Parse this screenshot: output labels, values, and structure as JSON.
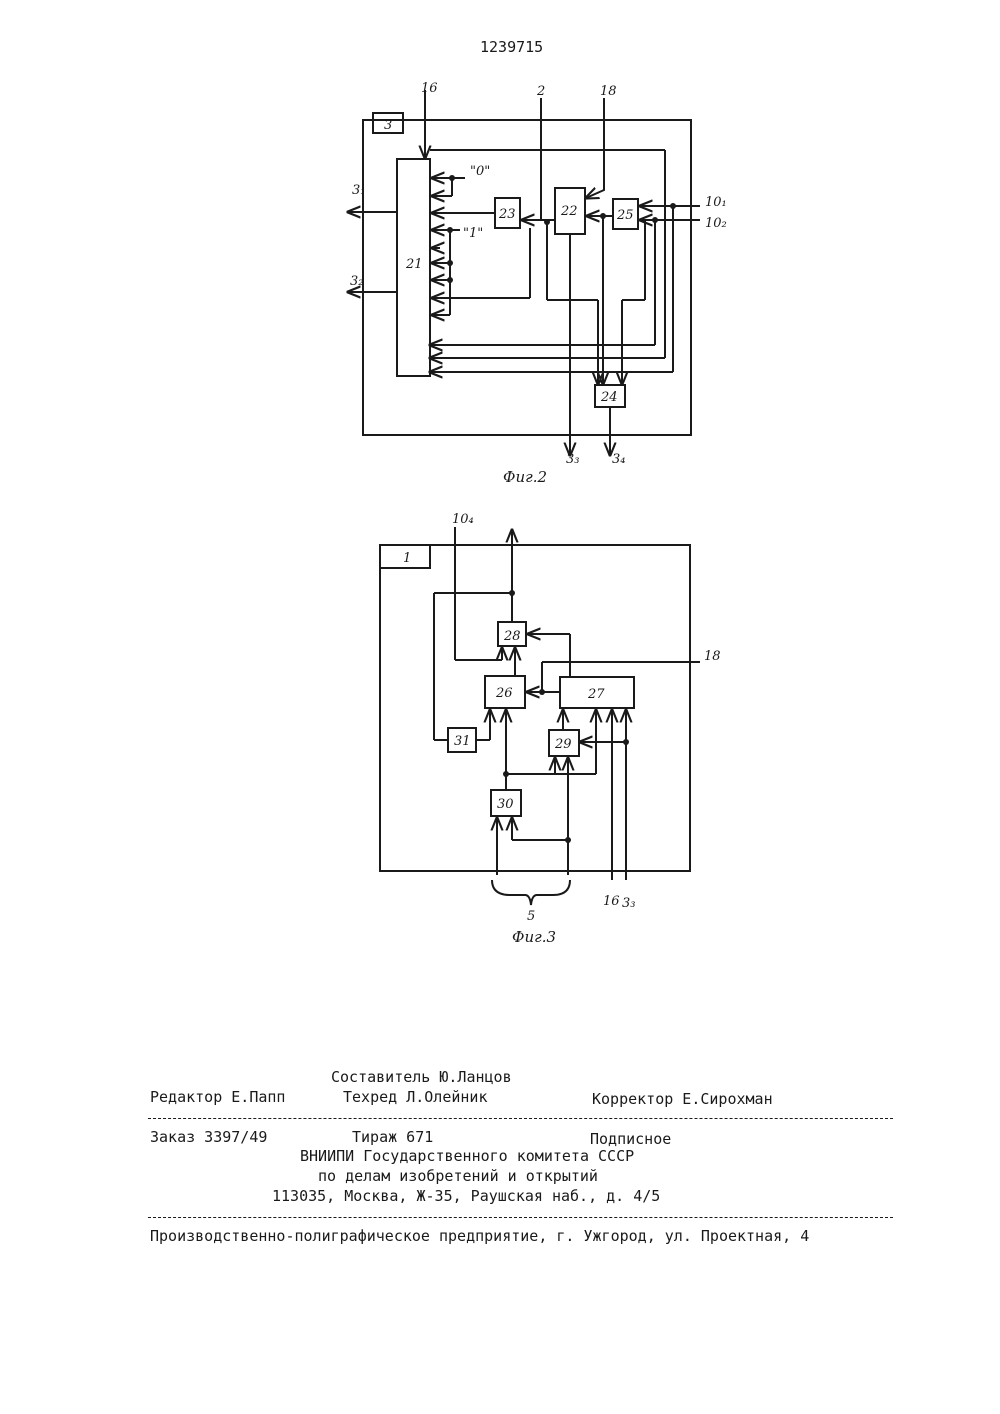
{
  "patent_number": "1239715",
  "fig2": {
    "caption": "Фиг.2",
    "block_label": "3",
    "blocks": {
      "b21": "21",
      "b22": "22",
      "b23": "23",
      "b24": "24",
      "b25": "25"
    },
    "inputs": {
      "in16": "16",
      "in2": "2",
      "in18": "18",
      "in10_1": "10₁",
      "in10_2": "10₂"
    },
    "constants": {
      "zero": "\"0\"",
      "one": "\"1\""
    },
    "outputs": {
      "o3_1": "3₁",
      "o3_2": "3₂",
      "o3_3": "3₃",
      "o3_4": "3₄"
    }
  },
  "fig3": {
    "caption": "Фиг.3",
    "block_label": "1",
    "blocks": {
      "b26": "26",
      "b27": "27",
      "b28": "28",
      "b29": "29",
      "b30": "30",
      "b31": "31"
    },
    "labels": {
      "in10_4": "10₄",
      "in18": "18",
      "in16": "16",
      "in3_3": "3₃",
      "bus5": "5"
    }
  },
  "footer": {
    "compiler": "Составитель Ю.Ланцов",
    "editor": "Редактор Е.Папп",
    "techred": "Техред Л.Олейник",
    "corrector": "Корректор Е.Сирохман",
    "order": "Заказ 3397/49",
    "circulation": "Тираж 671",
    "subscription": "Подписное",
    "org_line1": "ВНИИПИ Государственного комитета СССР",
    "org_line2": "по делам изобретений и открытий",
    "address": "113035, Москва, Ж-35, Раушская наб., д. 4/5",
    "printer": "Производственно-полиграфическое предприятие, г. Ужгород, ул. Проектная, 4"
  }
}
